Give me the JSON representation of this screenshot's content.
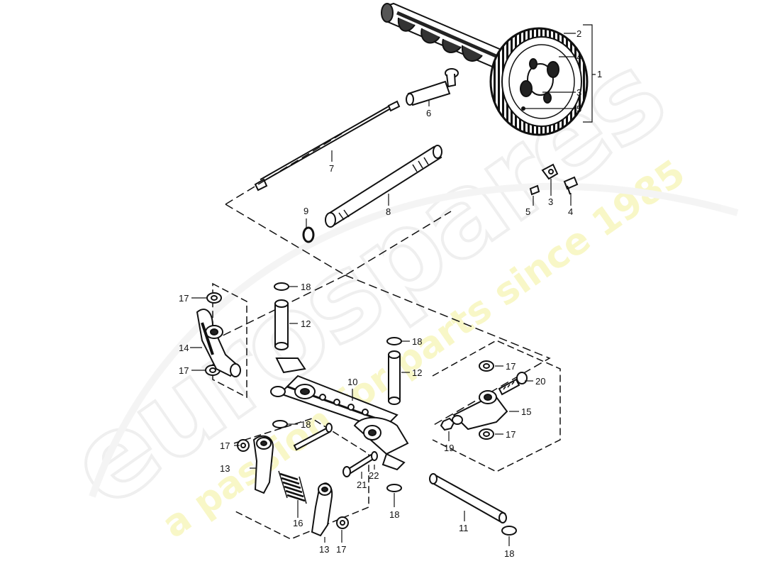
{
  "watermark": {
    "brand": "eurospares",
    "tagline": "a passion for parts since 1985"
  },
  "callouts": {
    "c1": "1",
    "c2": "2",
    "c3a": "3",
    "c4a": "4",
    "c5a": "5",
    "c6": "6",
    "c7": "7",
    "c8": "8",
    "c9": "9",
    "c3b": "3",
    "c4b": "4",
    "c5b": "5",
    "c10": "10",
    "c11": "11",
    "c12a": "12",
    "c12b": "12",
    "c13a": "13",
    "c13b": "13",
    "c14": "14",
    "c15": "15",
    "c16": "16",
    "c17a": "17",
    "c17b": "17",
    "c17c": "17",
    "c17d": "17",
    "c17e": "17",
    "c17f": "17",
    "c18a": "18",
    "c18b": "18",
    "c18c": "18",
    "c18d": "18",
    "c18e": "18",
    "c19": "19",
    "c20": "20",
    "c21": "21",
    "c22": "22"
  }
}
